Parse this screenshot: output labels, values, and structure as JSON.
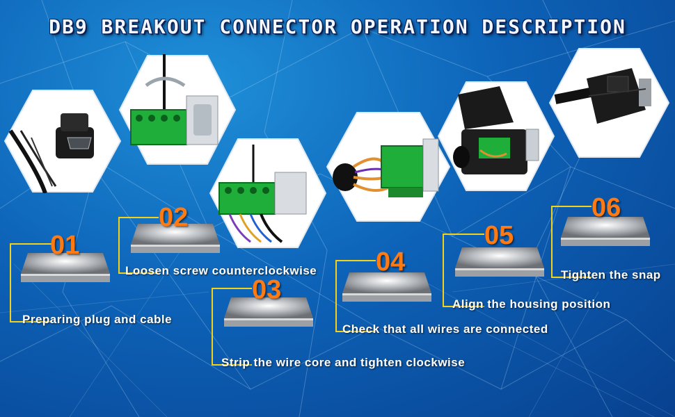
{
  "title": "DB9 BREAKOUT CONNECTOR OPERATION DESCRIPTION",
  "colors": {
    "accent": "#ff7a12",
    "leader_line": "#f4d21a",
    "background": "#0d63b8"
  },
  "steps": [
    {
      "number": "01",
      "caption": "Preparing plug and cable"
    },
    {
      "number": "02",
      "caption": "Loosen screw counterclockwise"
    },
    {
      "number": "03",
      "caption": "Strip the wire core and tighten clockwise"
    },
    {
      "number": "04",
      "caption": "Check that all wires are connected"
    },
    {
      "number": "05",
      "caption": "Align the housing position"
    },
    {
      "number": "06",
      "caption": "Tighten the snap"
    }
  ],
  "photos": [
    {
      "icon": "db9-plug-and-cable-icon"
    },
    {
      "icon": "screwdriver-loosen-icon"
    },
    {
      "icon": "screwdriver-tighten-icon"
    },
    {
      "icon": "wired-terminal-block-icon"
    },
    {
      "icon": "housing-alignment-icon"
    },
    {
      "icon": "closed-housing-icon"
    }
  ]
}
